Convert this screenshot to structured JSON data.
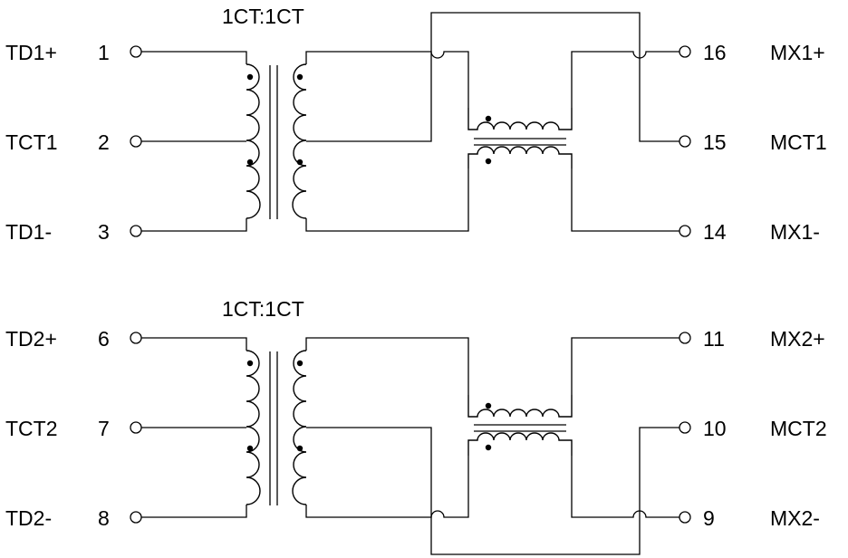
{
  "transformers": [
    {
      "ratio": "1CT:1CT"
    },
    {
      "ratio": "1CT:1CT"
    }
  ],
  "pins": {
    "left_top": [
      {
        "signal": "TD1+",
        "number": "1"
      },
      {
        "signal": "TCT1",
        "number": "2"
      },
      {
        "signal": "TD1-",
        "number": "3"
      }
    ],
    "right_top": [
      {
        "signal": "MX1+",
        "number": "16"
      },
      {
        "signal": "MCT1",
        "number": "15"
      },
      {
        "signal": "MX1-",
        "number": "14"
      }
    ],
    "left_bottom": [
      {
        "signal": "TD2+",
        "number": "6"
      },
      {
        "signal": "TCT2",
        "number": "7"
      },
      {
        "signal": "TD2-",
        "number": "8"
      }
    ],
    "right_bottom": [
      {
        "signal": "MX2+",
        "number": "11"
      },
      {
        "signal": "MCT2",
        "number": "10"
      },
      {
        "signal": "MX2-",
        "number": "9"
      }
    ]
  }
}
